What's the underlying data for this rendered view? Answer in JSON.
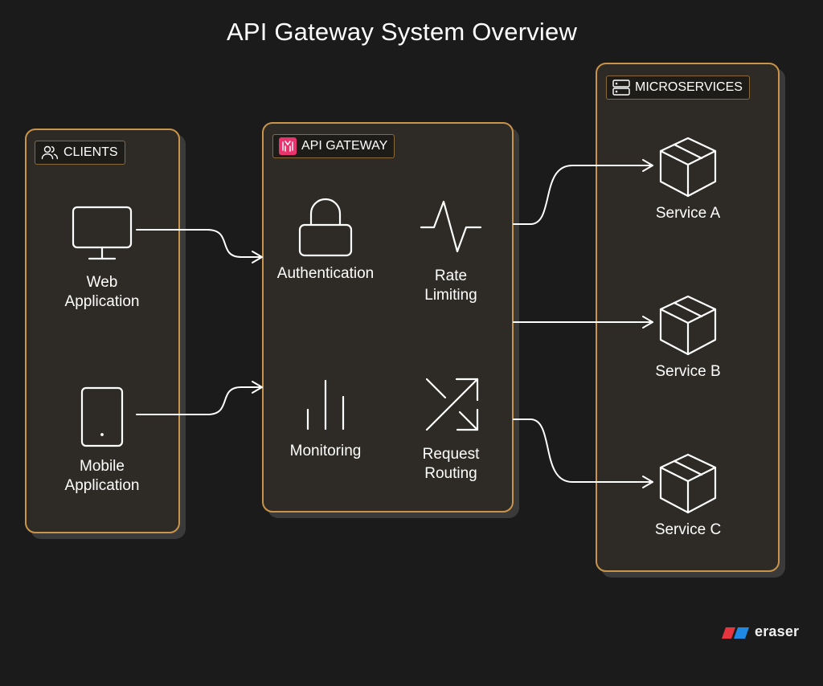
{
  "title": "API Gateway System Overview",
  "groups": {
    "clients": {
      "label": "CLIENTS",
      "icon": "users-icon",
      "nodes": [
        {
          "label": "Web\nApplication",
          "icon": "monitor-icon"
        },
        {
          "label": "Mobile\nApplication",
          "icon": "tablet-icon"
        }
      ]
    },
    "gateway": {
      "label": "API GATEWAY",
      "icon": "api-gateway-icon",
      "nodes": [
        {
          "label": "Authentication",
          "icon": "lock-icon"
        },
        {
          "label": "Rate\nLimiting",
          "icon": "pulse-icon"
        },
        {
          "label": "Monitoring",
          "icon": "bar-chart-icon"
        },
        {
          "label": "Request\nRouting",
          "icon": "shuffle-icon"
        }
      ]
    },
    "microservices": {
      "label": "MICROSERVICES",
      "icon": "server-icon",
      "nodes": [
        {
          "label": "Service A",
          "icon": "box-icon"
        },
        {
          "label": "Service B",
          "icon": "box-icon"
        },
        {
          "label": "Service C",
          "icon": "box-icon"
        }
      ]
    }
  },
  "edges": [
    {
      "from": "Web Application",
      "to": "API Gateway"
    },
    {
      "from": "Mobile Application",
      "to": "API Gateway"
    },
    {
      "from": "API Gateway",
      "to": "Service A"
    },
    {
      "from": "API Gateway",
      "to": "Service B"
    },
    {
      "from": "API Gateway",
      "to": "Service C"
    }
  ],
  "colors": {
    "background": "#1b1b1b",
    "group_fill": "#2e2b26",
    "group_border": "#c9944a",
    "gateway_icon": "#e8336f",
    "logo_red": "#e8343e",
    "logo_blue": "#1e88e5"
  },
  "logo": {
    "text": "eraser"
  }
}
